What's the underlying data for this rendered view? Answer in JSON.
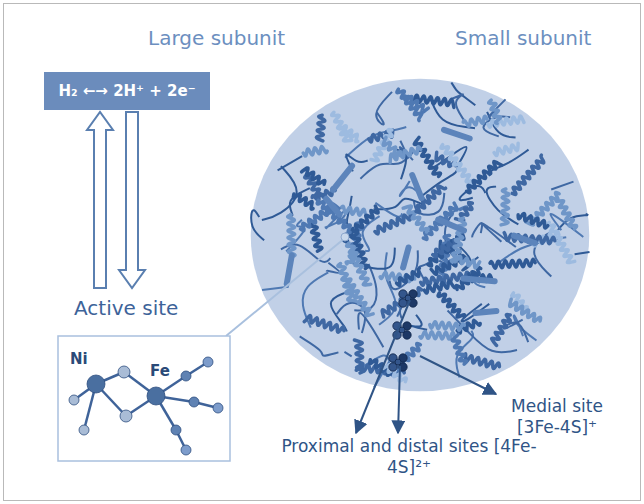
{
  "diagram": {
    "nodes": [
      {
        "text": [
          "H₂ ←→ 2H⁺ + 2e⁻"
        ]
      },
      {
        "text": [
          "Active site",
          "Ni",
          "Fe"
        ]
      }
    ],
    "edges": [
      {
        "from": 1,
        "to": 0,
        "arrow": "to"
      },
      {
        "from": 0,
        "to": 1,
        "arrow": "to"
      }
    ],
    "labels": [
      "Large subunit",
      "Small subunit",
      "Medial site [3Fe-4S]⁺",
      "Proximal and distal sites [4Fe-4S]²⁺"
    ]
  }
}
